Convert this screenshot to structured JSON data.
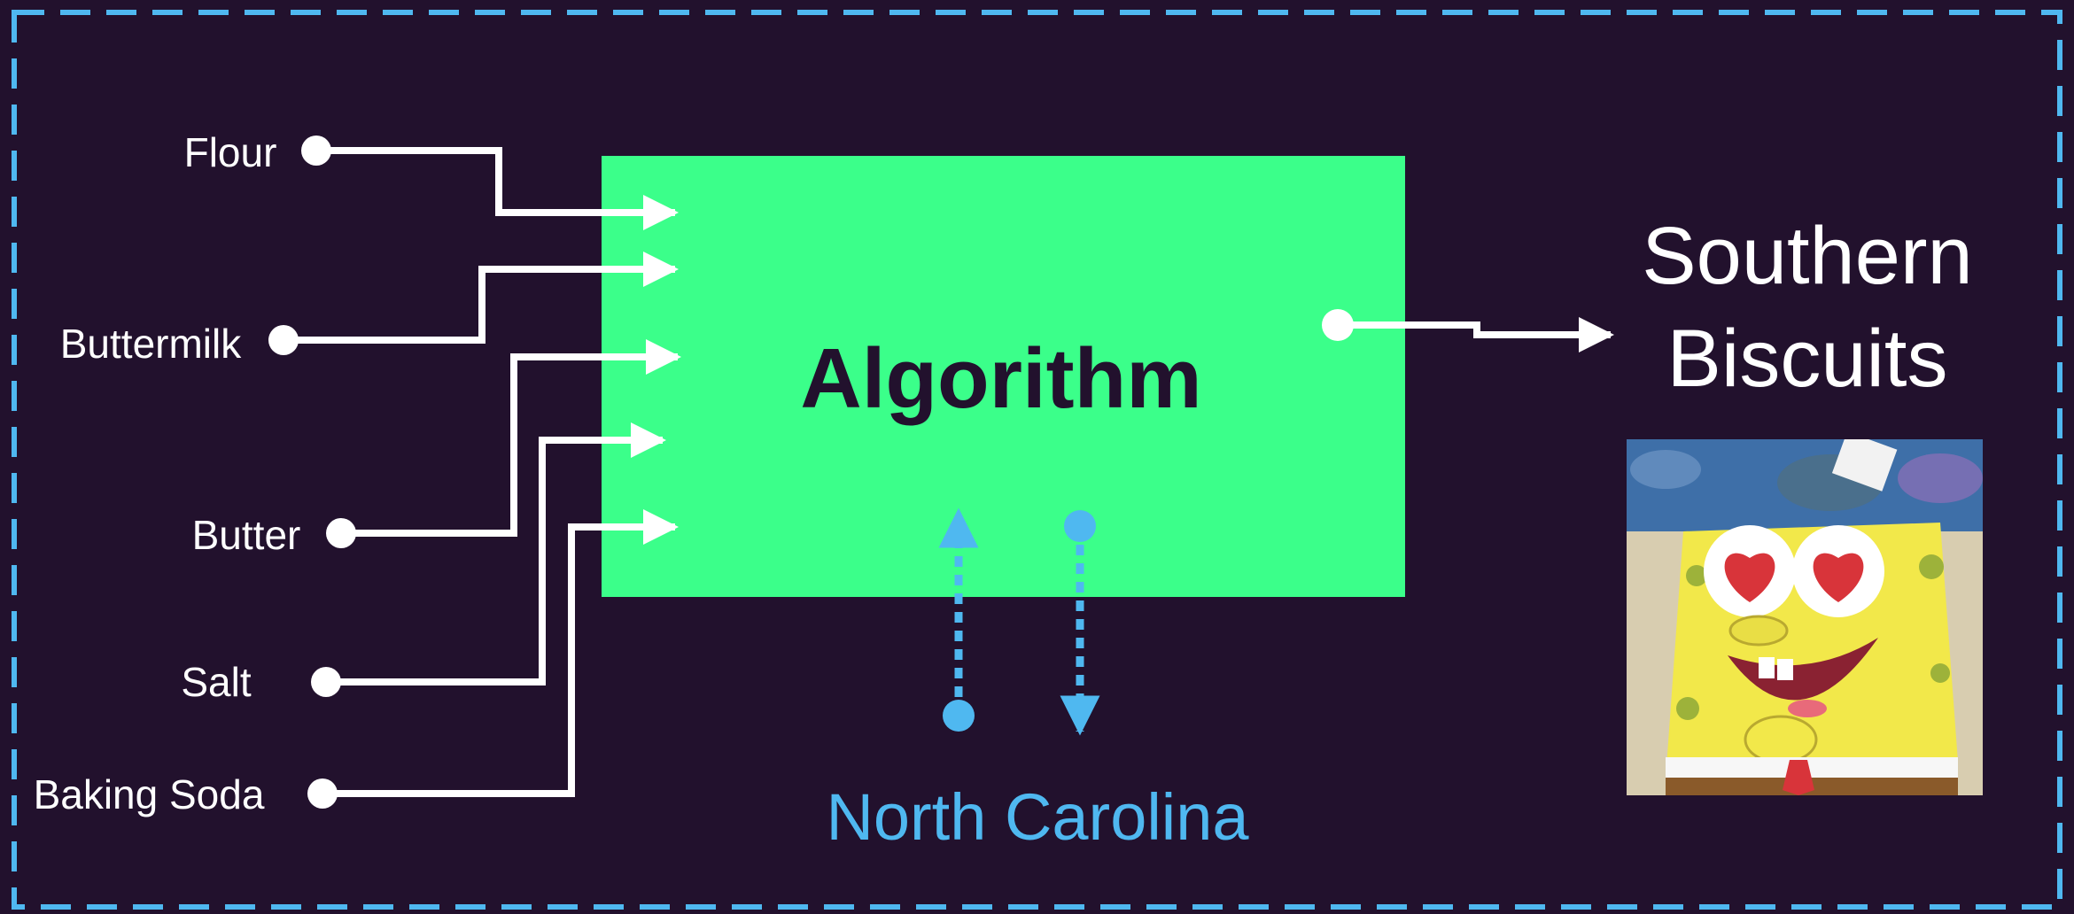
{
  "colors": {
    "background": "#22112d",
    "border_dashes": "#4fb8f0",
    "algorithm_box": "#3bff8a",
    "algorithm_text": "#22112d",
    "connector": "#ffffff",
    "location_text": "#4fb8f0",
    "location_connector": "#4fb8f0"
  },
  "diagram": {
    "inputs": [
      {
        "label": "Flour"
      },
      {
        "label": "Buttermilk"
      },
      {
        "label": "Butter"
      },
      {
        "label": "Salt"
      },
      {
        "label": "Baking Soda"
      }
    ],
    "process": {
      "label": "Algorithm"
    },
    "output": {
      "line1": "Southern",
      "line2": "Biscuits"
    },
    "context": {
      "label": "North Carolina"
    },
    "image": {
      "icon": "spongebob-heart-eyes-image"
    }
  }
}
